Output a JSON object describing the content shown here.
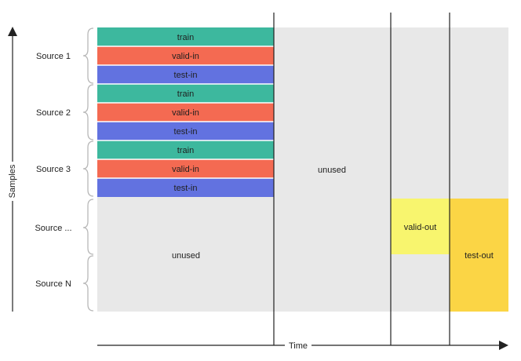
{
  "axes": {
    "y_label": "Samples",
    "x_label": "Time"
  },
  "sources": [
    {
      "label": "Source 1"
    },
    {
      "label": "Source 2"
    },
    {
      "label": "Source 3"
    },
    {
      "label": "Source ..."
    },
    {
      "label": "Source N"
    }
  ],
  "blocks": {
    "train": "train",
    "valid_in": "valid-in",
    "test_in": "test-in",
    "unused_left": "unused",
    "unused_right": "unused",
    "valid_out": "valid-out",
    "test_out": "test-out"
  },
  "colors": {
    "train": "#3db89e",
    "valid_in": "#f46a52",
    "test_in": "#6272e0",
    "unused": "#e8e8e8",
    "valid_out": "#f8f56e",
    "test_out": "#fbd545",
    "line": "#222222",
    "brace": "#b8b8b8"
  }
}
